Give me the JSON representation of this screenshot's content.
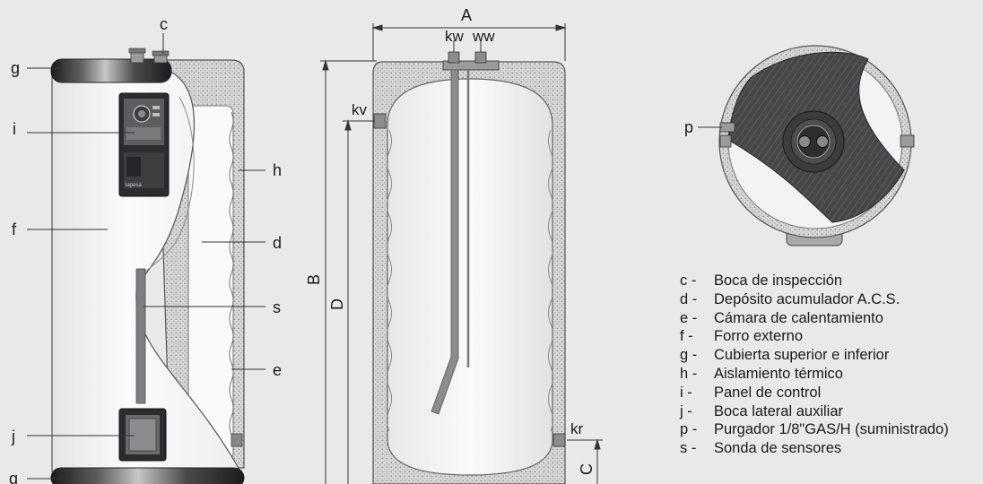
{
  "labels": {
    "c_top": "c",
    "g_top": "g",
    "i": "i",
    "f": "f",
    "j": "j",
    "g_bottom": "g",
    "h": "h",
    "d": "d",
    "s": "s",
    "e": "e",
    "A": "A",
    "kw": "kw",
    "ww": "ww",
    "kv": "kv",
    "B": "B",
    "D": "D",
    "kr": "kr",
    "C": "C",
    "p": "p",
    "brand": "lapesa"
  },
  "legend": [
    {
      "key": "c -",
      "text": "Boca de inspección"
    },
    {
      "key": "d -",
      "text": "Depósito acumulador A.C.S."
    },
    {
      "key": "e -",
      "text": "Cámara de calentamiento"
    },
    {
      "key": "f -",
      "text": "Forro externo"
    },
    {
      "key": "g -",
      "text": "Cubierta superior e inferior"
    },
    {
      "key": "h -",
      "text": "Aislamiento térmico"
    },
    {
      "key": "i -",
      "text": "Panel de control"
    },
    {
      "key": "j -",
      "text": "Boca lateral auxiliar"
    },
    {
      "key": "p -",
      "text": "Purgador 1/8\"GAS/H (suministrado)"
    },
    {
      "key": "s -",
      "text": "Sonda de sensores"
    }
  ],
  "colors": {
    "background": "#e9e9ea",
    "insulation": "#d2d2d3",
    "shell": "#f6f6f6",
    "dark": "#2a2a2c",
    "metal": "#8c8c8e"
  }
}
